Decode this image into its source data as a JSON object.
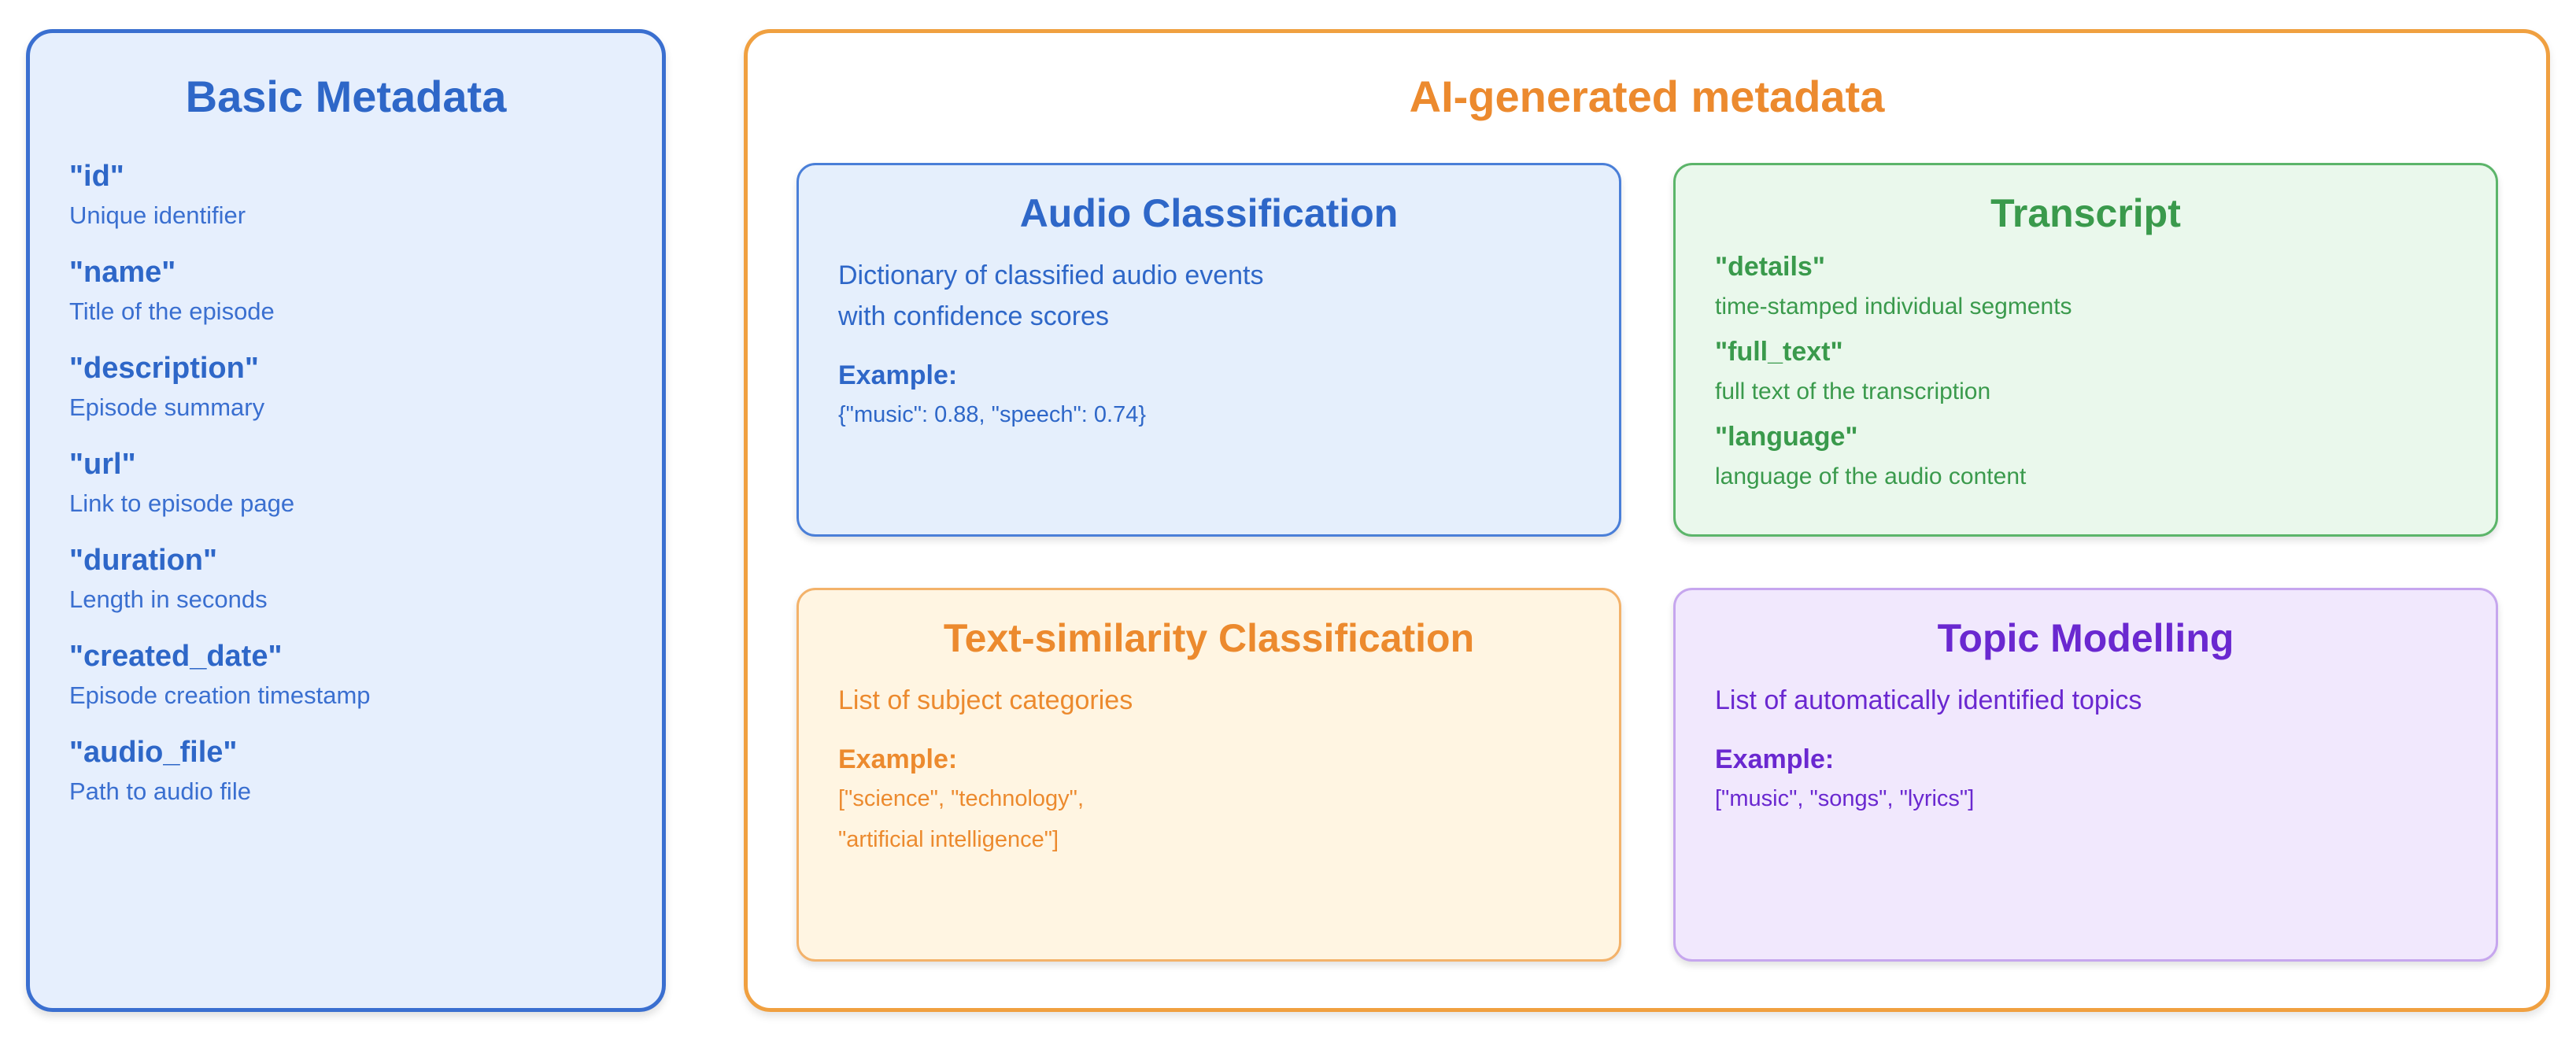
{
  "basic": {
    "title": "Basic Metadata",
    "fields": [
      {
        "key": "\"id\"",
        "desc": "Unique identifier"
      },
      {
        "key": "\"name\"",
        "desc": "Title of the episode"
      },
      {
        "key": "\"description\"",
        "desc": "Episode summary"
      },
      {
        "key": "\"url\"",
        "desc": "Link to episode page"
      },
      {
        "key": "\"duration\"",
        "desc": "Length in seconds"
      },
      {
        "key": "\"created_date\"",
        "desc": "Episode creation timestamp"
      },
      {
        "key": "\"audio_file\"",
        "desc": "Path to audio file"
      }
    ]
  },
  "ai": {
    "title": "AI-generated metadata",
    "audio": {
      "title": "Audio Classification",
      "text": "Dictionary of classified audio events\nwith confidence scores",
      "example_label": "Example:",
      "example": "{\"music\": 0.88, \"speech\": 0.74}"
    },
    "transcript": {
      "title": "Transcript",
      "fields": [
        {
          "key": "\"details\"",
          "desc": "time-stamped individual segments"
        },
        {
          "key": "\"full_text\"",
          "desc": "full text of the transcription"
        },
        {
          "key": "\"language\"",
          "desc": "language of the audio content"
        }
      ]
    },
    "textsim": {
      "title": "Text-similarity Classification",
      "text": "List of subject categories",
      "example_label": "Example:",
      "example": "[\"science\", \"technology\",\n\"artificial intelligence\"]"
    },
    "topic": {
      "title": "Topic Modelling",
      "text": "List of automatically identified topics",
      "example_label": "Example:",
      "example": "[\"music\", \"songs\", \"lyrics\"]"
    }
  },
  "colors": {
    "basic_border": "#3a6fd0",
    "ai_border": "#f0a040",
    "audio": "#2e67c8",
    "transcript": "#3a9a4c",
    "textsim": "#ec8a2e",
    "topic": "#6a28d0"
  }
}
